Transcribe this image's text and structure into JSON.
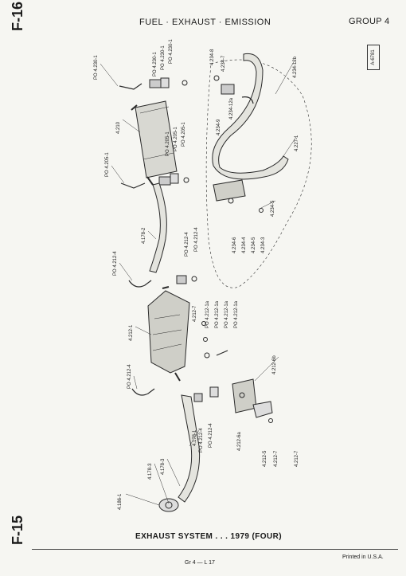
{
  "header": {
    "title": "FUEL · EXHAUST · EMISSION",
    "group": "GROUP 4",
    "page_code_top": "F-16",
    "page_code_bottom": "F-15",
    "ref_box": "A-6781"
  },
  "labels": [
    "PO 4.230-1",
    "PO 4.230-1",
    "PO 4.230-1",
    "PO 4.230-1",
    "4.210",
    "PO 4.205-1",
    "PO 4.205-1",
    "PO 4.205-1",
    "PO 4.205-1",
    "4.234-8",
    "4.234-7",
    "4.234-12b",
    "4.234-9",
    "4.234-12a",
    "4.227-1",
    "4.234-5",
    "4.234-6",
    "4.234-4",
    "4.234-5",
    "4.234-3",
    "4.178-2",
    "PO 4.212-4",
    "PO 4.212-4",
    "PO 4.212-4",
    "4.212-1",
    "4.212-7",
    "PO 4.212-1a",
    "PO 4.212-1a",
    "PO 4.212-1a",
    "PO 4.212-1a",
    "PO 4.212-4",
    "4.212-6b",
    "PO 4.212-4",
    "PO 4.212-4",
    "4.212-6a",
    "4.212-5",
    "4.212-7",
    "4.212-7",
    "4.178-1",
    "4.178-3",
    "4.178-3",
    "4.186-1"
  ],
  "footer": {
    "caption": "EXHAUST SYSTEM . . . 1979 (FOUR)",
    "page_ref": "Gr 4 — L 17",
    "printed": "Printed in U.S.A."
  }
}
